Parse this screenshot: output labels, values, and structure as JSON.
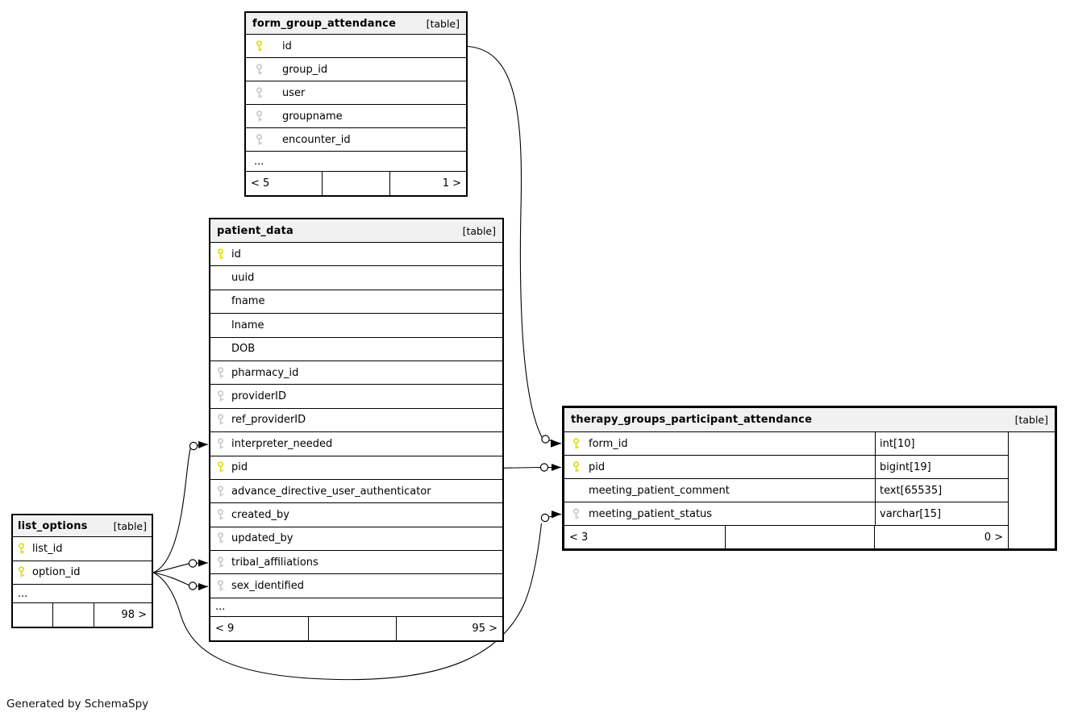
{
  "diagram": {
    "generated_note": "Generated by SchemaSpy",
    "colors": {
      "primary_key_icon": "#dede12",
      "foreign_key_icon": "#c9c9c9",
      "header_bg": "#f1f1f1",
      "border": "#000000"
    },
    "tables": {
      "form_group_attendance": {
        "title": "form_group_attendance",
        "badge": "[table]",
        "columns": [
          {
            "name": "id",
            "key": "primary"
          },
          {
            "name": "group_id",
            "key": "foreign"
          },
          {
            "name": "user",
            "key": "foreign"
          },
          {
            "name": "groupname",
            "key": "foreign"
          },
          {
            "name": "encounter_id",
            "key": "foreign"
          }
        ],
        "ellipsis": "...",
        "footer": {
          "left": "< 5",
          "middle": "",
          "right": "1 >"
        }
      },
      "patient_data": {
        "title": "patient_data",
        "badge": "[table]",
        "columns": [
          {
            "name": "id",
            "key": "primary"
          },
          {
            "name": "uuid",
            "key": "none"
          },
          {
            "name": "fname",
            "key": "none"
          },
          {
            "name": "lname",
            "key": "none"
          },
          {
            "name": "DOB",
            "key": "none"
          },
          {
            "name": "pharmacy_id",
            "key": "foreign"
          },
          {
            "name": "providerID",
            "key": "foreign"
          },
          {
            "name": "ref_providerID",
            "key": "foreign"
          },
          {
            "name": "interpreter_needed",
            "key": "foreign"
          },
          {
            "name": "pid",
            "key": "primary"
          },
          {
            "name": "advance_directive_user_authenticator",
            "key": "foreign"
          },
          {
            "name": "created_by",
            "key": "foreign"
          },
          {
            "name": "updated_by",
            "key": "foreign"
          },
          {
            "name": "tribal_affiliations",
            "key": "foreign"
          },
          {
            "name": "sex_identified",
            "key": "foreign"
          }
        ],
        "ellipsis": "...",
        "footer": {
          "left": "< 9",
          "middle": "",
          "right": "95 >"
        }
      },
      "list_options": {
        "title": "list_options",
        "badge": "[table]",
        "columns": [
          {
            "name": "list_id",
            "key": "primary"
          },
          {
            "name": "option_id",
            "key": "primary"
          }
        ],
        "ellipsis": "...",
        "footer": {
          "left": "",
          "middle": "",
          "right": "98 >"
        }
      },
      "therapy_groups_participant_attendance": {
        "title": "therapy_groups_participant_attendance",
        "badge": "[table]",
        "columns": [
          {
            "name": "form_id",
            "key": "primary",
            "type": "int[10]"
          },
          {
            "name": "pid",
            "key": "primary",
            "type": "bigint[19]"
          },
          {
            "name": "meeting_patient_comment",
            "key": "none",
            "type": "text[65535]"
          },
          {
            "name": "meeting_patient_status",
            "key": "foreign",
            "type": "varchar[15]"
          }
        ],
        "footer": {
          "left": "< 3",
          "middle": "",
          "right": "0 >"
        }
      }
    },
    "relationships": [
      {
        "from": "form_group_attendance.id",
        "to": "therapy_groups_participant_attendance.form_id"
      },
      {
        "from": "patient_data.pid",
        "to": "therapy_groups_participant_attendance.pid"
      },
      {
        "from": "list_options.option_id",
        "to": "patient_data.interpreter_needed"
      },
      {
        "from": "list_options.option_id",
        "to": "patient_data.tribal_affiliations"
      },
      {
        "from": "list_options.option_id",
        "to": "patient_data.sex_identified"
      },
      {
        "from": "list_options.option_id",
        "to": "therapy_groups_participant_attendance.meeting_patient_status"
      }
    ]
  }
}
